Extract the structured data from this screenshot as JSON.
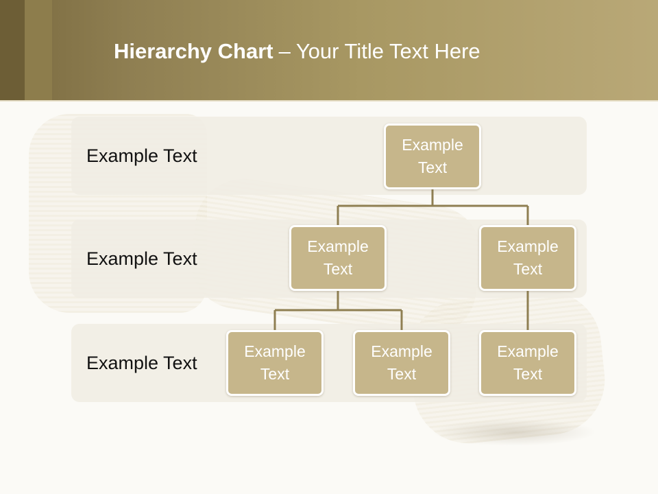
{
  "title": {
    "bold": "Hierarchy Chart",
    "dash": "–",
    "rest": "Your Title Text Here"
  },
  "rows": [
    {
      "label": "Example Text"
    },
    {
      "label": "Example Text"
    },
    {
      "label": "Example Text"
    }
  ],
  "nodes": {
    "root": "Example Text",
    "level2_left": "Example Text",
    "level2_right": "Example Text",
    "level3_a": "Example Text",
    "level3_b": "Example Text",
    "level3_c": "Example Text"
  },
  "colors": {
    "header": "#a89863",
    "node_fill": "#c6b68b",
    "node_border": "#ffffff",
    "connector": "#8f7f52",
    "row_fill": "#f0ede4"
  }
}
